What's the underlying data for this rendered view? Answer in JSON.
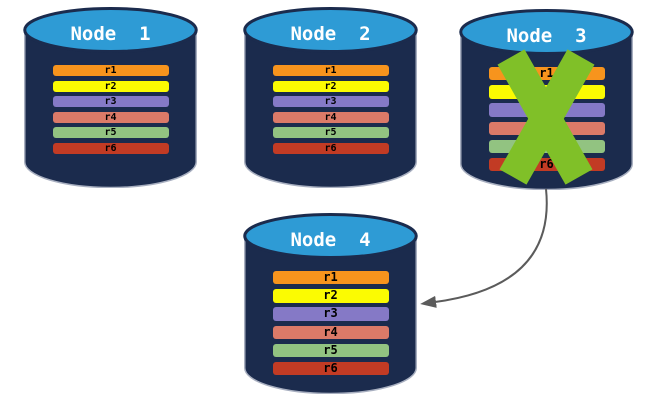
{
  "diagram": {
    "background": "#FFFFFF",
    "colors": {
      "cylinder_body": "#1B2B4D",
      "cylinder_top": "#2E9BD5",
      "cylinder_edge": "#A8AFC0",
      "title_text": "#FFFFFF",
      "row_text": "#000000",
      "cross": "#80C028",
      "arrow": "#5B5B5B"
    },
    "nodes": [
      {
        "label": "Node  1"
      },
      {
        "label": "Node  2"
      },
      {
        "label": "Node  3"
      },
      {
        "label": "Node  4"
      }
    ],
    "rows": [
      {
        "label": "r1",
        "color": "#F7941D"
      },
      {
        "label": "r2",
        "color": "#FBFB02"
      },
      {
        "label": "r3",
        "color": "#8579C6"
      },
      {
        "label": "r4",
        "color": "#DB7A68"
      },
      {
        "label": "r5",
        "color": "#92C381"
      },
      {
        "label": "r6",
        "color": "#C23B24"
      }
    ],
    "cross": {
      "node": "Node 3"
    },
    "arrow": {
      "from": "Node 3",
      "to": "Node 4"
    }
  }
}
